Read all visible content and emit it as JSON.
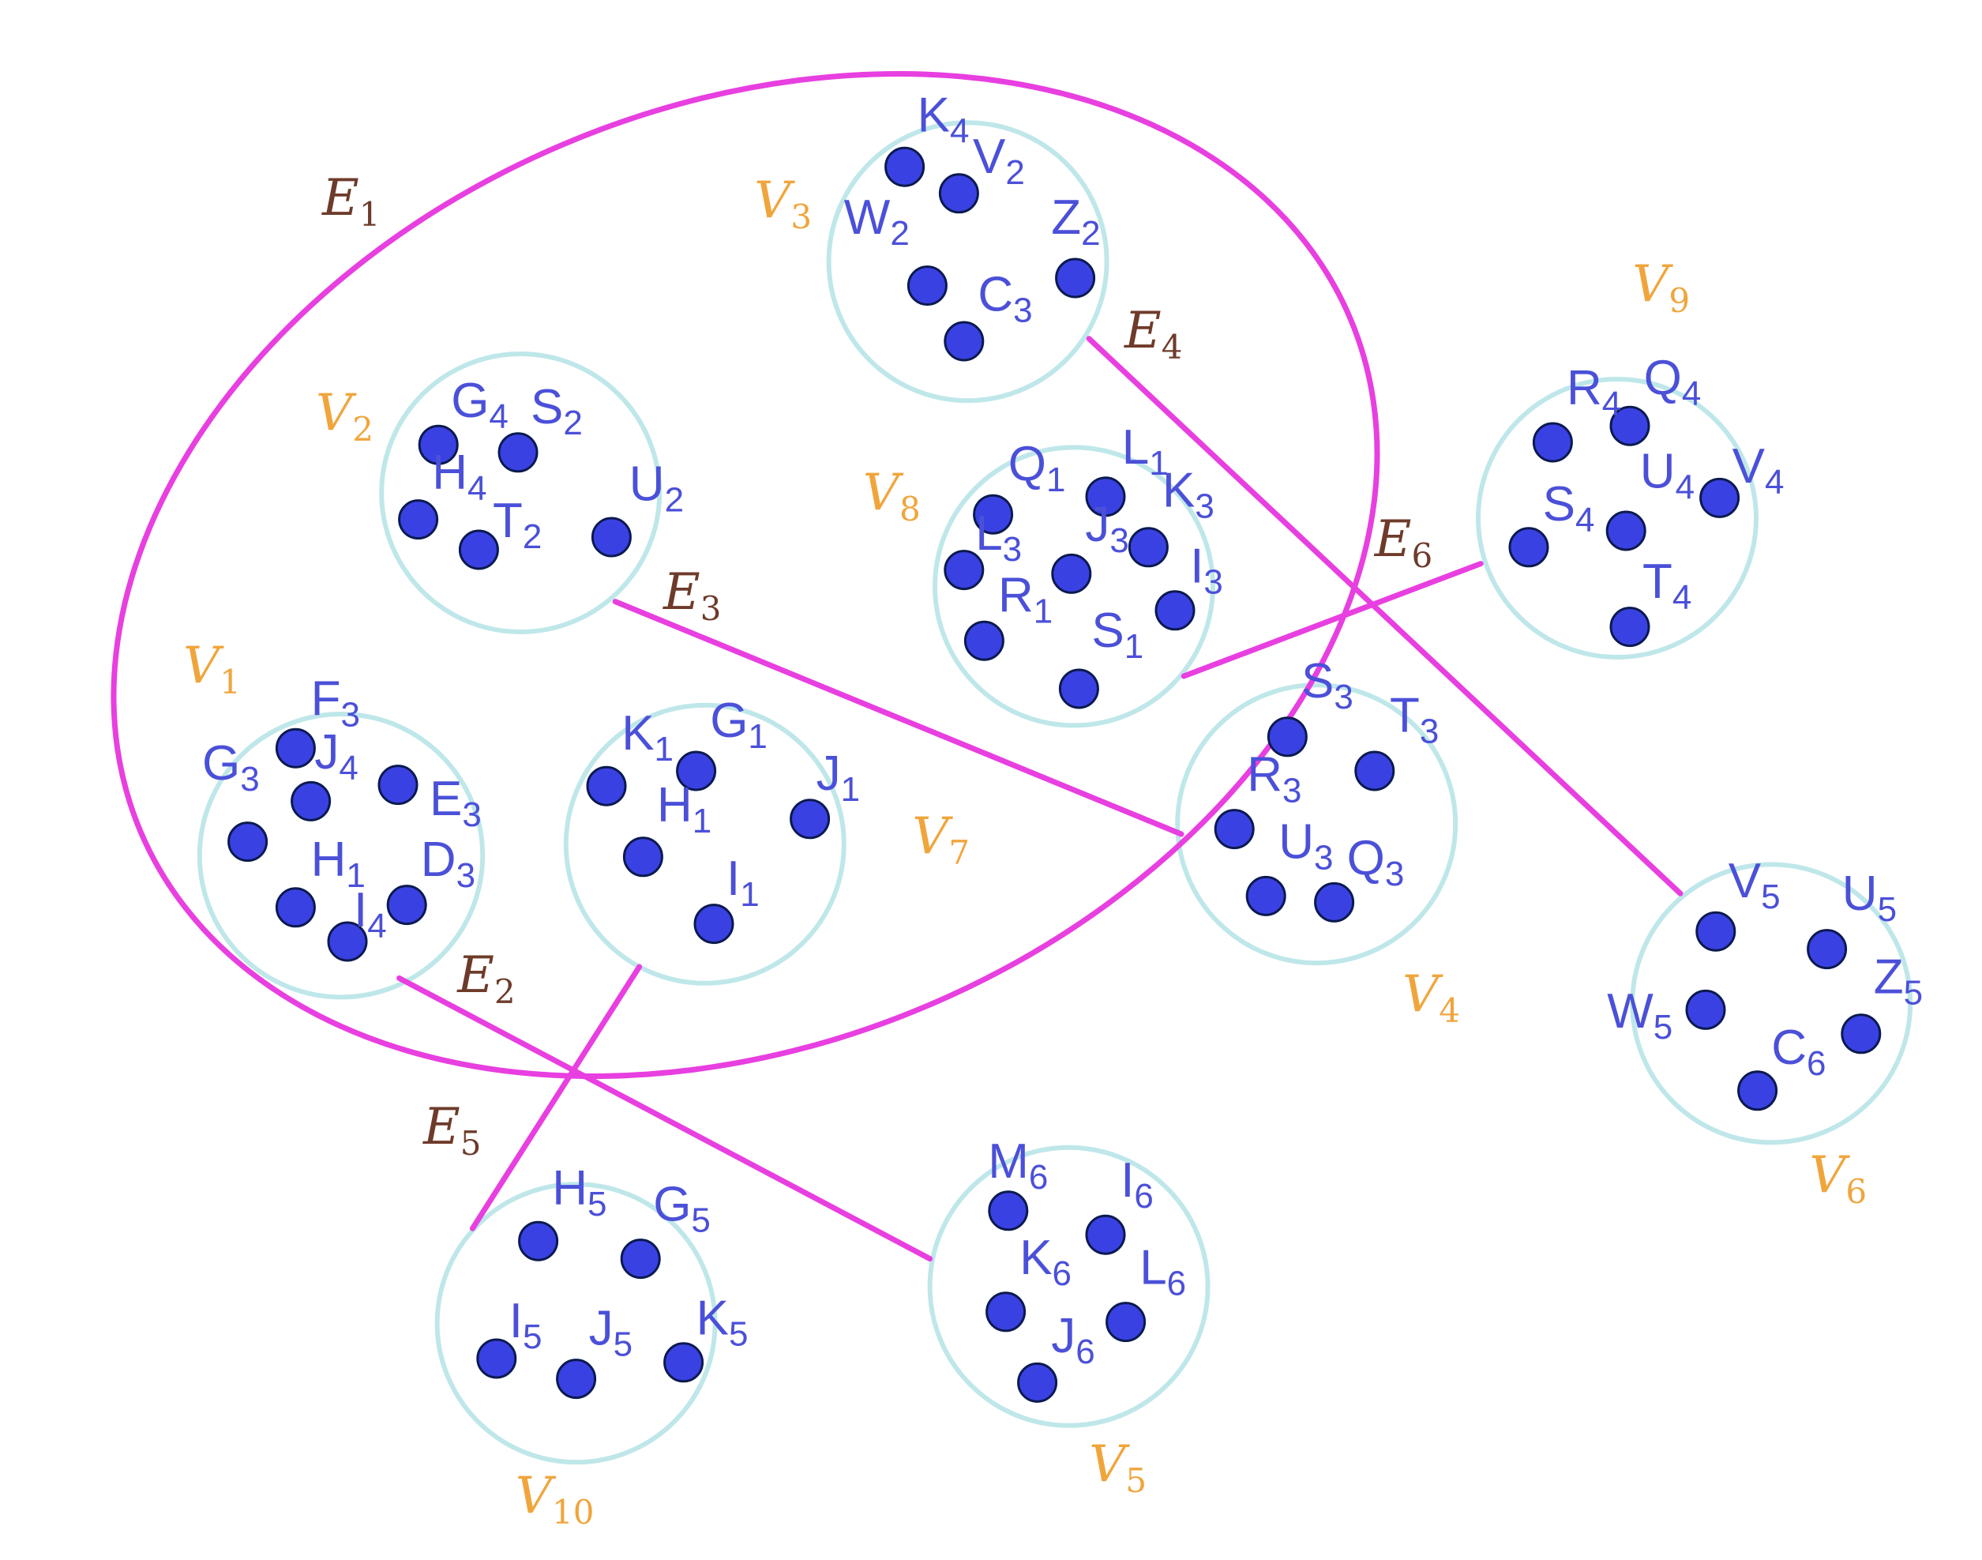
{
  "colors": {
    "cluster_stroke": "#bfe7ea",
    "edge": "#e83fe0",
    "vertex_fill": "#3a41e3",
    "vertex_label": "#4b50d8",
    "cluster_label": "#f0a53c",
    "edge_label": "#6e3b2a"
  },
  "clusters": [
    {
      "id": "V1",
      "base": "V",
      "sub": "1"
    },
    {
      "id": "V2",
      "base": "V",
      "sub": "2"
    },
    {
      "id": "V3",
      "base": "V",
      "sub": "3"
    },
    {
      "id": "V4",
      "base": "V",
      "sub": "4"
    },
    {
      "id": "V5",
      "base": "V",
      "sub": "5"
    },
    {
      "id": "V6",
      "base": "V",
      "sub": "6"
    },
    {
      "id": "V7",
      "base": "V",
      "sub": "7"
    },
    {
      "id": "V8",
      "base": "V",
      "sub": "8"
    },
    {
      "id": "V9",
      "base": "V",
      "sub": "9"
    },
    {
      "id": "V10",
      "base": "V",
      "sub": "10"
    }
  ],
  "edges": [
    {
      "id": "E1",
      "base": "E",
      "sub": "1"
    },
    {
      "id": "E2",
      "base": "E",
      "sub": "2"
    },
    {
      "id": "E3",
      "base": "E",
      "sub": "3"
    },
    {
      "id": "E4",
      "base": "E",
      "sub": "4"
    },
    {
      "id": "E5",
      "base": "E",
      "sub": "5"
    },
    {
      "id": "E6",
      "base": "E",
      "sub": "6"
    }
  ],
  "vertex_labels": {
    "V1": [
      [
        "F",
        "3"
      ],
      [
        "J",
        "4"
      ],
      [
        "G",
        "3"
      ],
      [
        "E",
        "3"
      ],
      [
        "H",
        "1"
      ],
      [
        "D",
        "3"
      ],
      [
        "I",
        "4"
      ]
    ],
    "V2": [
      [
        "G",
        "4"
      ],
      [
        "S",
        "2"
      ],
      [
        "H",
        "4"
      ],
      [
        "T",
        "2"
      ],
      [
        "U",
        "2"
      ]
    ],
    "V3": [
      [
        "K",
        "4"
      ],
      [
        "V",
        "2"
      ],
      [
        "W",
        "2"
      ],
      [
        "Z",
        "2"
      ],
      [
        "C",
        "3"
      ]
    ],
    "V4": [
      [
        "S",
        "3"
      ],
      [
        "T",
        "3"
      ],
      [
        "R",
        "3"
      ],
      [
        "U",
        "3"
      ],
      [
        "Q",
        "3"
      ]
    ],
    "V5": [
      [
        "M",
        "6"
      ],
      [
        "I",
        "6"
      ],
      [
        "K",
        "6"
      ],
      [
        "L",
        "6"
      ],
      [
        "J",
        "6"
      ]
    ],
    "V6": [
      [
        "V",
        "5"
      ],
      [
        "U",
        "5"
      ],
      [
        "W",
        "5"
      ],
      [
        "Z",
        "5"
      ],
      [
        "C",
        "6"
      ]
    ],
    "V7": [
      [
        "K",
        "1"
      ],
      [
        "G",
        "1"
      ],
      [
        "J",
        "1"
      ],
      [
        "H",
        "1"
      ],
      [
        "I",
        "1"
      ]
    ],
    "V8": [
      [
        "Q",
        "1"
      ],
      [
        "L",
        "1"
      ],
      [
        "L",
        "3"
      ],
      [
        "K",
        "3"
      ],
      [
        "J",
        "3"
      ],
      [
        "I",
        "3"
      ],
      [
        "R",
        "1"
      ],
      [
        "S",
        "1"
      ]
    ],
    "V9": [
      [
        "R",
        "4"
      ],
      [
        "Q",
        "4"
      ],
      [
        "V",
        "4"
      ],
      [
        "S",
        "4"
      ],
      [
        "U",
        "4"
      ],
      [
        "T",
        "4"
      ]
    ],
    "V10": [
      [
        "H",
        "5"
      ],
      [
        "G",
        "5"
      ],
      [
        "I",
        "5"
      ],
      [
        "J",
        "5"
      ],
      [
        "K",
        "5"
      ]
    ]
  }
}
